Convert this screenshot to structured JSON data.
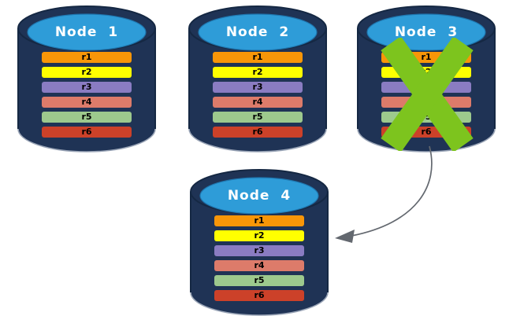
{
  "diagram_title": "",
  "colors": {
    "body": "#1F3355",
    "edge": "#152843",
    "bottomGlow": "#99A4B6",
    "top": "#2E9CD8",
    "topEdge": "#1F77B0",
    "x": "#7DC41E",
    "arrow": "#63686F"
  },
  "nodes": [
    {
      "id": "node-1",
      "label": "Node 1",
      "failed": false,
      "rows": [
        {
          "id": "r1",
          "color": "#F89608"
        },
        {
          "id": "r2",
          "color": "#FFFF00"
        },
        {
          "id": "r3",
          "color": "#8A7CC2"
        },
        {
          "id": "r4",
          "color": "#DD7B6A"
        },
        {
          "id": "r5",
          "color": "#9DC98D"
        },
        {
          "id": "r6",
          "color": "#CC4129"
        }
      ]
    },
    {
      "id": "node-2",
      "label": "Node 2",
      "failed": false,
      "rows": [
        {
          "id": "r1",
          "color": "#F89608"
        },
        {
          "id": "r2",
          "color": "#FFFF00"
        },
        {
          "id": "r3",
          "color": "#8A7CC2"
        },
        {
          "id": "r4",
          "color": "#DD7B6A"
        },
        {
          "id": "r5",
          "color": "#9DC98D"
        },
        {
          "id": "r6",
          "color": "#CC4129"
        }
      ]
    },
    {
      "id": "node-3",
      "label": "Node 3",
      "failed": true,
      "rows": [
        {
          "id": "r1",
          "color": "#F89608"
        },
        {
          "id": "r2",
          "color": "#FFFF00"
        },
        {
          "id": "r3",
          "color": "#8A7CC2"
        },
        {
          "id": "r4",
          "color": "#DD7B6A"
        },
        {
          "id": "r5",
          "color": "#9DC98D"
        },
        {
          "id": "r6",
          "color": "#CC4129"
        }
      ]
    },
    {
      "id": "node-4",
      "label": "Node 4",
      "failed": false,
      "rows": [
        {
          "id": "r1",
          "color": "#F89608"
        },
        {
          "id": "r2",
          "color": "#FFFF00"
        },
        {
          "id": "r3",
          "color": "#8A7CC2"
        },
        {
          "id": "r4",
          "color": "#DD7B6A"
        },
        {
          "id": "r5",
          "color": "#9DC98D"
        },
        {
          "id": "r6",
          "color": "#CC4129"
        }
      ]
    }
  ],
  "arrow": {
    "from": "node-3",
    "to": "node-4"
  }
}
